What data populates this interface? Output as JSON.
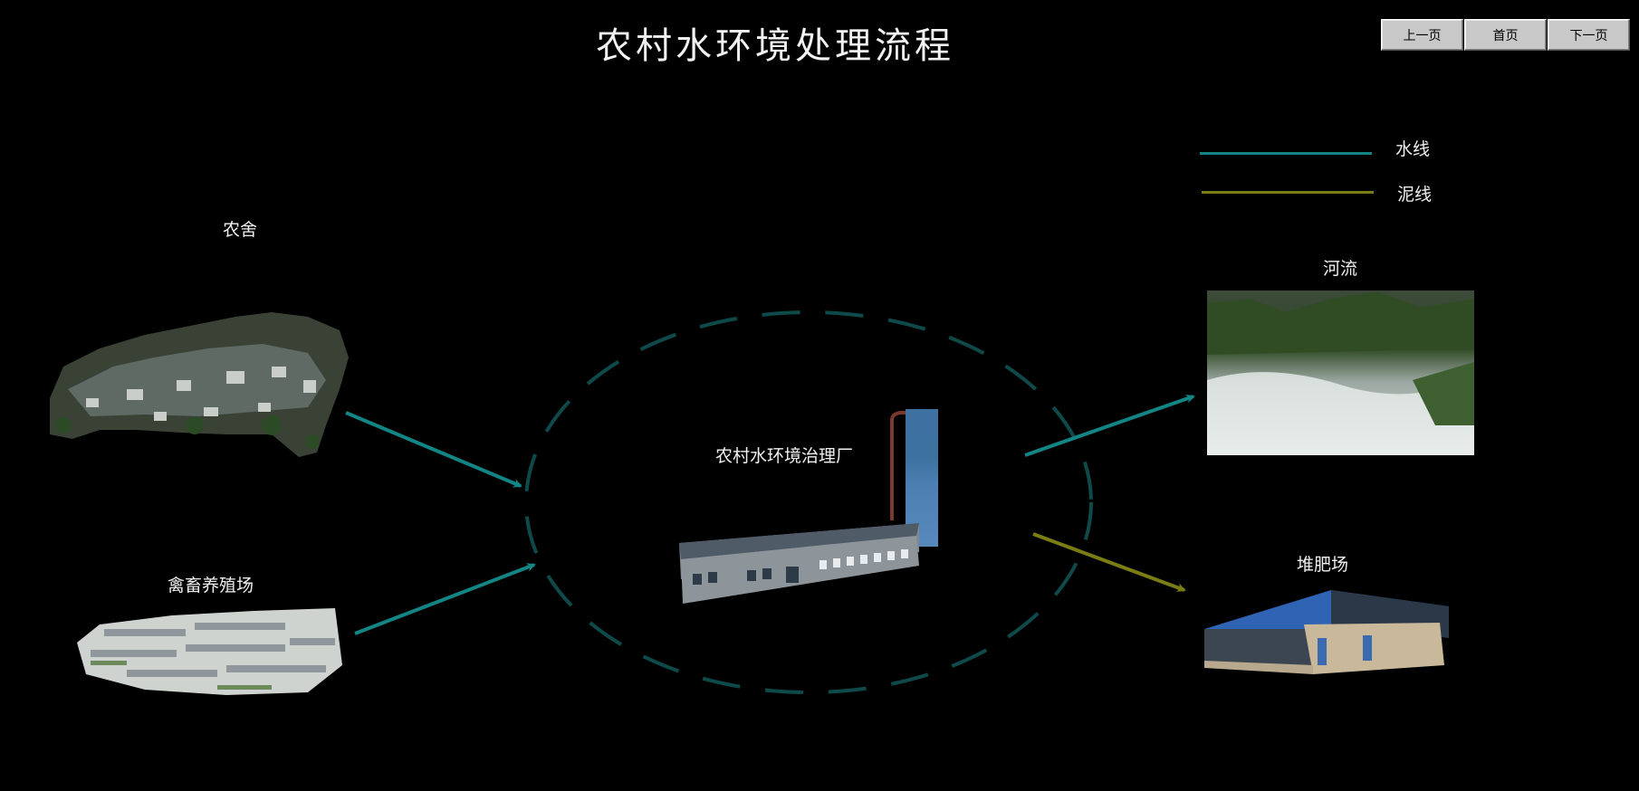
{
  "title": "农村水环境处理流程",
  "nav": {
    "prev": "上一页",
    "home": "首页",
    "next": "下一页"
  },
  "legend": [
    {
      "label": "水线",
      "color": "#138585"
    },
    {
      "label": "泥线",
      "color": "#7a7d14"
    }
  ],
  "nodes": {
    "farmhouse": "农舍",
    "livestock": "禽畜养殖场",
    "plant": "农村水环境治理厂",
    "river": "河流",
    "compost": "堆肥场"
  },
  "colors": {
    "water": "#138585",
    "sludge": "#7a7d14",
    "ellipse": "#0f4a4a",
    "background": "#000000"
  },
  "icons": [
    "farmhouse-village-image",
    "livestock-farm-image",
    "treatment-plant-image",
    "river-image",
    "compost-shed-image"
  ]
}
